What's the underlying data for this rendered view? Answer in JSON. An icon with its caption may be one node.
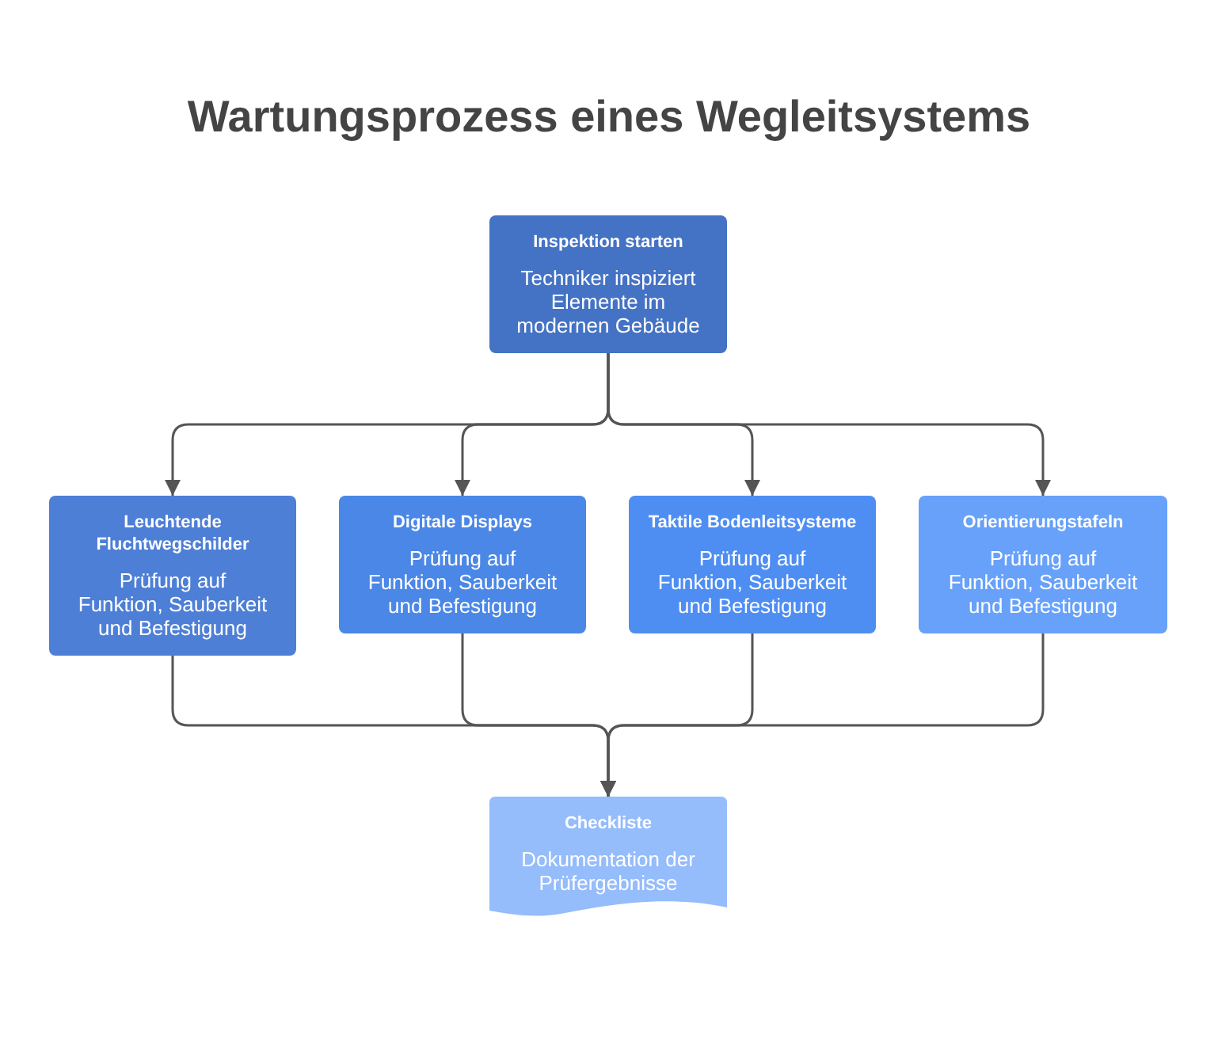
{
  "diagram": {
    "title": "Wartungsprozess eines Wegleitsystems",
    "nodes": [
      {
        "text": [
          "Inspektion starten",
          "Techniker inspiziert Elemente im modernen Gebäude"
        ]
      },
      {
        "text": [
          "Leuchtende Fluchtwegschilder",
          "Prüfung auf Funktion, Sauberkeit und Befestigung"
        ]
      },
      {
        "text": [
          "Digitale Displays",
          "Prüfung auf Funktion, Sauberkeit und Befestigung"
        ]
      },
      {
        "text": [
          "Taktile Bodenleitsysteme",
          "Prüfung auf Funktion, Sauberkeit und Befestigung"
        ]
      },
      {
        "text": [
          "Orientierungstafeln",
          "Prüfung auf Funktion, Sauberkeit und Befestigung"
        ]
      },
      {
        "text": [
          "Checkliste",
          "Dokumentation der Prüfergebnisse"
        ]
      }
    ],
    "edges": [
      {
        "from": 0,
        "to": 1,
        "arrow": "to"
      },
      {
        "from": 0,
        "to": 2,
        "arrow": "to"
      },
      {
        "from": 0,
        "to": 3,
        "arrow": "to"
      },
      {
        "from": 0,
        "to": 4,
        "arrow": "to"
      },
      {
        "from": 1,
        "to": 5,
        "arrow": "to"
      },
      {
        "from": 2,
        "to": 5,
        "arrow": "to"
      },
      {
        "from": 3,
        "to": 5,
        "arrow": "to"
      },
      {
        "from": 4,
        "to": 5,
        "arrow": "to"
      }
    ]
  }
}
